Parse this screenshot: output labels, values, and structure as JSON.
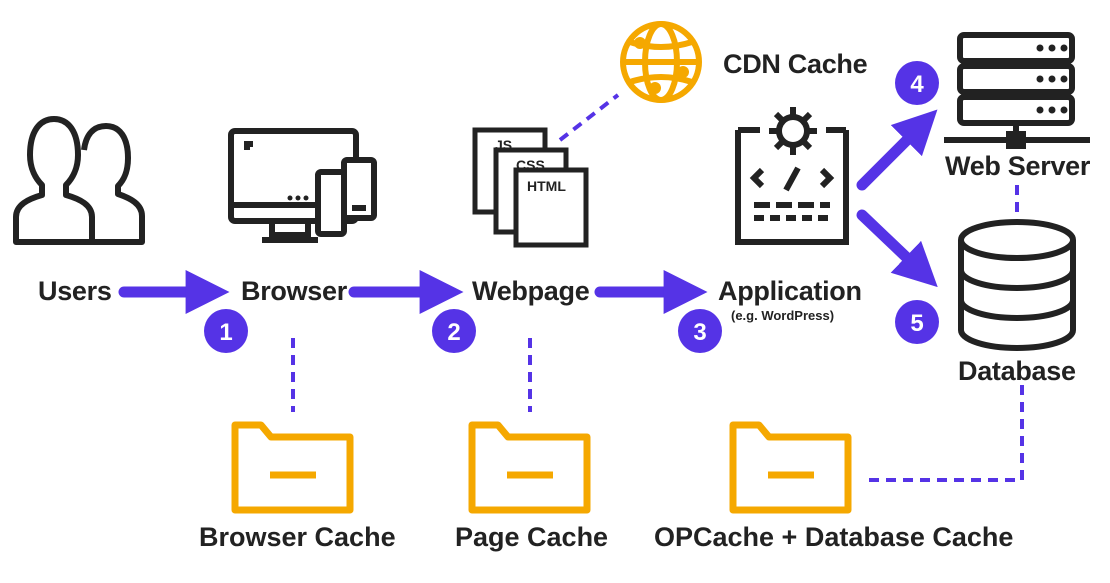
{
  "nodes": {
    "users": "Users",
    "browser": "Browser",
    "webpage": "Webpage",
    "application": "Application",
    "application_note": "(e.g. WordPress)",
    "web_server": "Web Server",
    "database": "Database",
    "cdn_cache": "CDN Cache"
  },
  "file_tags": {
    "js": "JS",
    "css": "CSS",
    "html": "HTML"
  },
  "caches": {
    "browser_cache": "Browser Cache",
    "page_cache": "Page Cache",
    "opcache_db_cache": "OPCache + Database Cache"
  },
  "steps": [
    "1",
    "2",
    "3",
    "4",
    "5"
  ],
  "colors": {
    "arrow": "#5533e6",
    "cache": "#f5a800",
    "icon": "#222222"
  },
  "icons": {
    "users": "users-icon",
    "browser": "devices-icon",
    "webpage": "files-icon",
    "application": "code-gear-icon",
    "web_server": "server-rack-icon",
    "database": "database-icon",
    "cdn": "globe-network-icon",
    "cache": "folder-icon"
  }
}
